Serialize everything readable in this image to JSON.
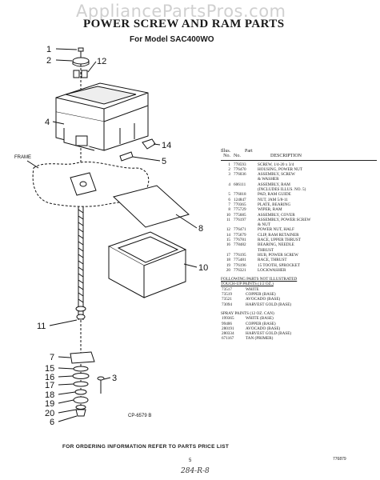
{
  "watermark": "AppliancePartsPros.com",
  "title": "POWER SCREW AND RAM PARTS",
  "subtitle": "For Model SAC400WO",
  "callouts": {
    "c1": "1",
    "c2": "2",
    "c12": "12",
    "c4": "4",
    "c14": "14",
    "c5": "5",
    "c8": "8",
    "c10": "10",
    "c11": "11",
    "c7": "7",
    "c15": "15",
    "c16": "16",
    "c3": "3",
    "c17": "17",
    "c18": "18",
    "c19": "19",
    "c20": "20",
    "c6": "6"
  },
  "frame_label": "FRAME",
  "drawing_code": "CP-6579 B",
  "table": {
    "header_illus": "Illus.",
    "header_part": "Part",
    "header_no": "No.",
    "header_no2": "No.",
    "header_desc": "DESCRIPTION",
    "rows": [
      {
        "illus": "1",
        "part": "778593",
        "desc": "SCREW, 1/4-20 x 3/4"
      },
      {
        "illus": "2",
        "part": "776470",
        "desc": "HOUSING, POWER NUT"
      },
      {
        "illus": "3",
        "part": "776036",
        "desc": "ASSEMBLY, SCREW"
      },
      {
        "illus": "",
        "part": "",
        "desc": "& WASHER"
      },
      {
        "illus": "4",
        "part": "606111",
        "desc": "ASSEMBLY, RAM"
      },
      {
        "illus": "",
        "part": "",
        "desc": "(INCLUDES ILLUS. NO. 5)"
      },
      {
        "illus": "5",
        "part": "776018",
        "desc": "PAD, RAM GUIDE"
      },
      {
        "illus": "6",
        "part": "124847",
        "desc": "NUT, JAM 5/8-11"
      },
      {
        "illus": "7",
        "part": "770365",
        "desc": "PLATE, BEARING"
      },
      {
        "illus": "8",
        "part": "775729",
        "desc": "WIPER, RAM"
      },
      {
        "illus": "10",
        "part": "775685",
        "desc": "ASSEMBLY, COVER"
      },
      {
        "illus": "11",
        "part": "776197",
        "desc": "ASSEMBLY, POWER SCREW"
      },
      {
        "illus": "",
        "part": "",
        "desc": "& NUT"
      },
      {
        "illus": "12",
        "part": "776471",
        "desc": "POWER NUT, HALF"
      },
      {
        "illus": "14",
        "part": "775679",
        "desc": "CLIP, RAM RETAINER"
      },
      {
        "illus": "15",
        "part": "776781",
        "desc": "RACE, UPPER THRUST"
      },
      {
        "illus": "16",
        "part": "778482",
        "desc": "BEARING, NEEDLE"
      },
      {
        "illus": "",
        "part": "",
        "desc": "THRUST"
      },
      {
        "illus": "17",
        "part": "776195",
        "desc": "HUB, POWER SCREW"
      },
      {
        "illus": "18",
        "part": "775481",
        "desc": "RACE, THRUST"
      },
      {
        "illus": "19",
        "part": "776196",
        "desc": "15 TOOTH, SPROCKET"
      },
      {
        "illus": "20",
        "part": "776321",
        "desc": "LOCKWASHER"
      }
    ],
    "section1_line1": "FOLLOWING PARTS NOT ILLUSTRATED",
    "section1_line2": "TOUCH-UP PAINTS (1/2 OZ.)",
    "paints": [
      {
        "part": "73517",
        "desc": "WHITE"
      },
      {
        "part": "73519",
        "desc": "COPPER (BASE)"
      },
      {
        "part": "73521",
        "desc": "AVOCADO (BASE)"
      },
      {
        "part": "73094",
        "desc": "HARVEST GOLD (BASE)"
      }
    ],
    "section2": "SPRAY PAINTS (12 OZ. CAN)",
    "spray": [
      {
        "part": "199365",
        "desc": "WHITE (BASE)"
      },
      {
        "part": "99406",
        "desc": "COPPER (BASE)"
      },
      {
        "part": "280191",
        "desc": "AVOCADO (BASE)"
      },
      {
        "part": "280334",
        "desc": "HARVEST GOLD (BASE)"
      },
      {
        "part": "671167",
        "desc": "TAN (PRIMER)"
      }
    ]
  },
  "footer": "FOR ORDERING INFORMATION REFER TO PARTS PRICE LIST",
  "page_number": "5",
  "doc_code": "776879",
  "handwritten": "284-R-8"
}
